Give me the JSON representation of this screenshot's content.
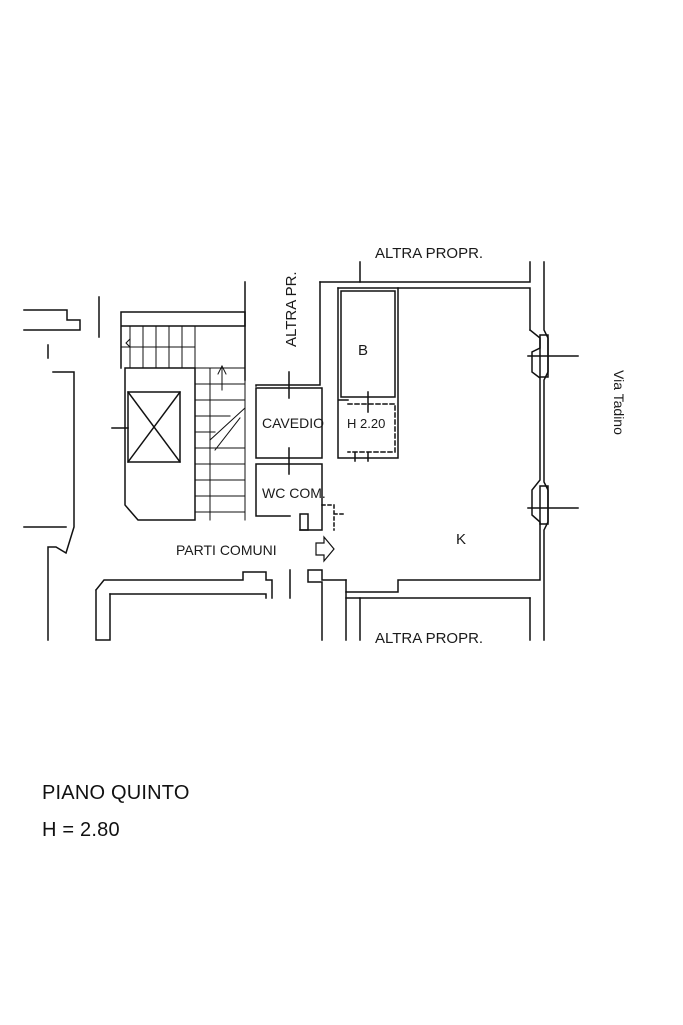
{
  "floor_plan": {
    "labels": {
      "north_neighbor": "ALTRA PROPR.",
      "south_neighbor": "ALTRA PROPR.",
      "west_neighbor": "ALTRA PR.",
      "street": "Via Tadino",
      "courtyard": "CAVEDIO",
      "common_wc": "WC COM.",
      "common_parts": "PARTI COMUNI",
      "bathroom": "B",
      "ceiling_height_note": "H 2.20",
      "kitchen": "K"
    }
  },
  "caption": {
    "floor_name": "PIANO QUINTO",
    "height": "H = 2.80"
  }
}
